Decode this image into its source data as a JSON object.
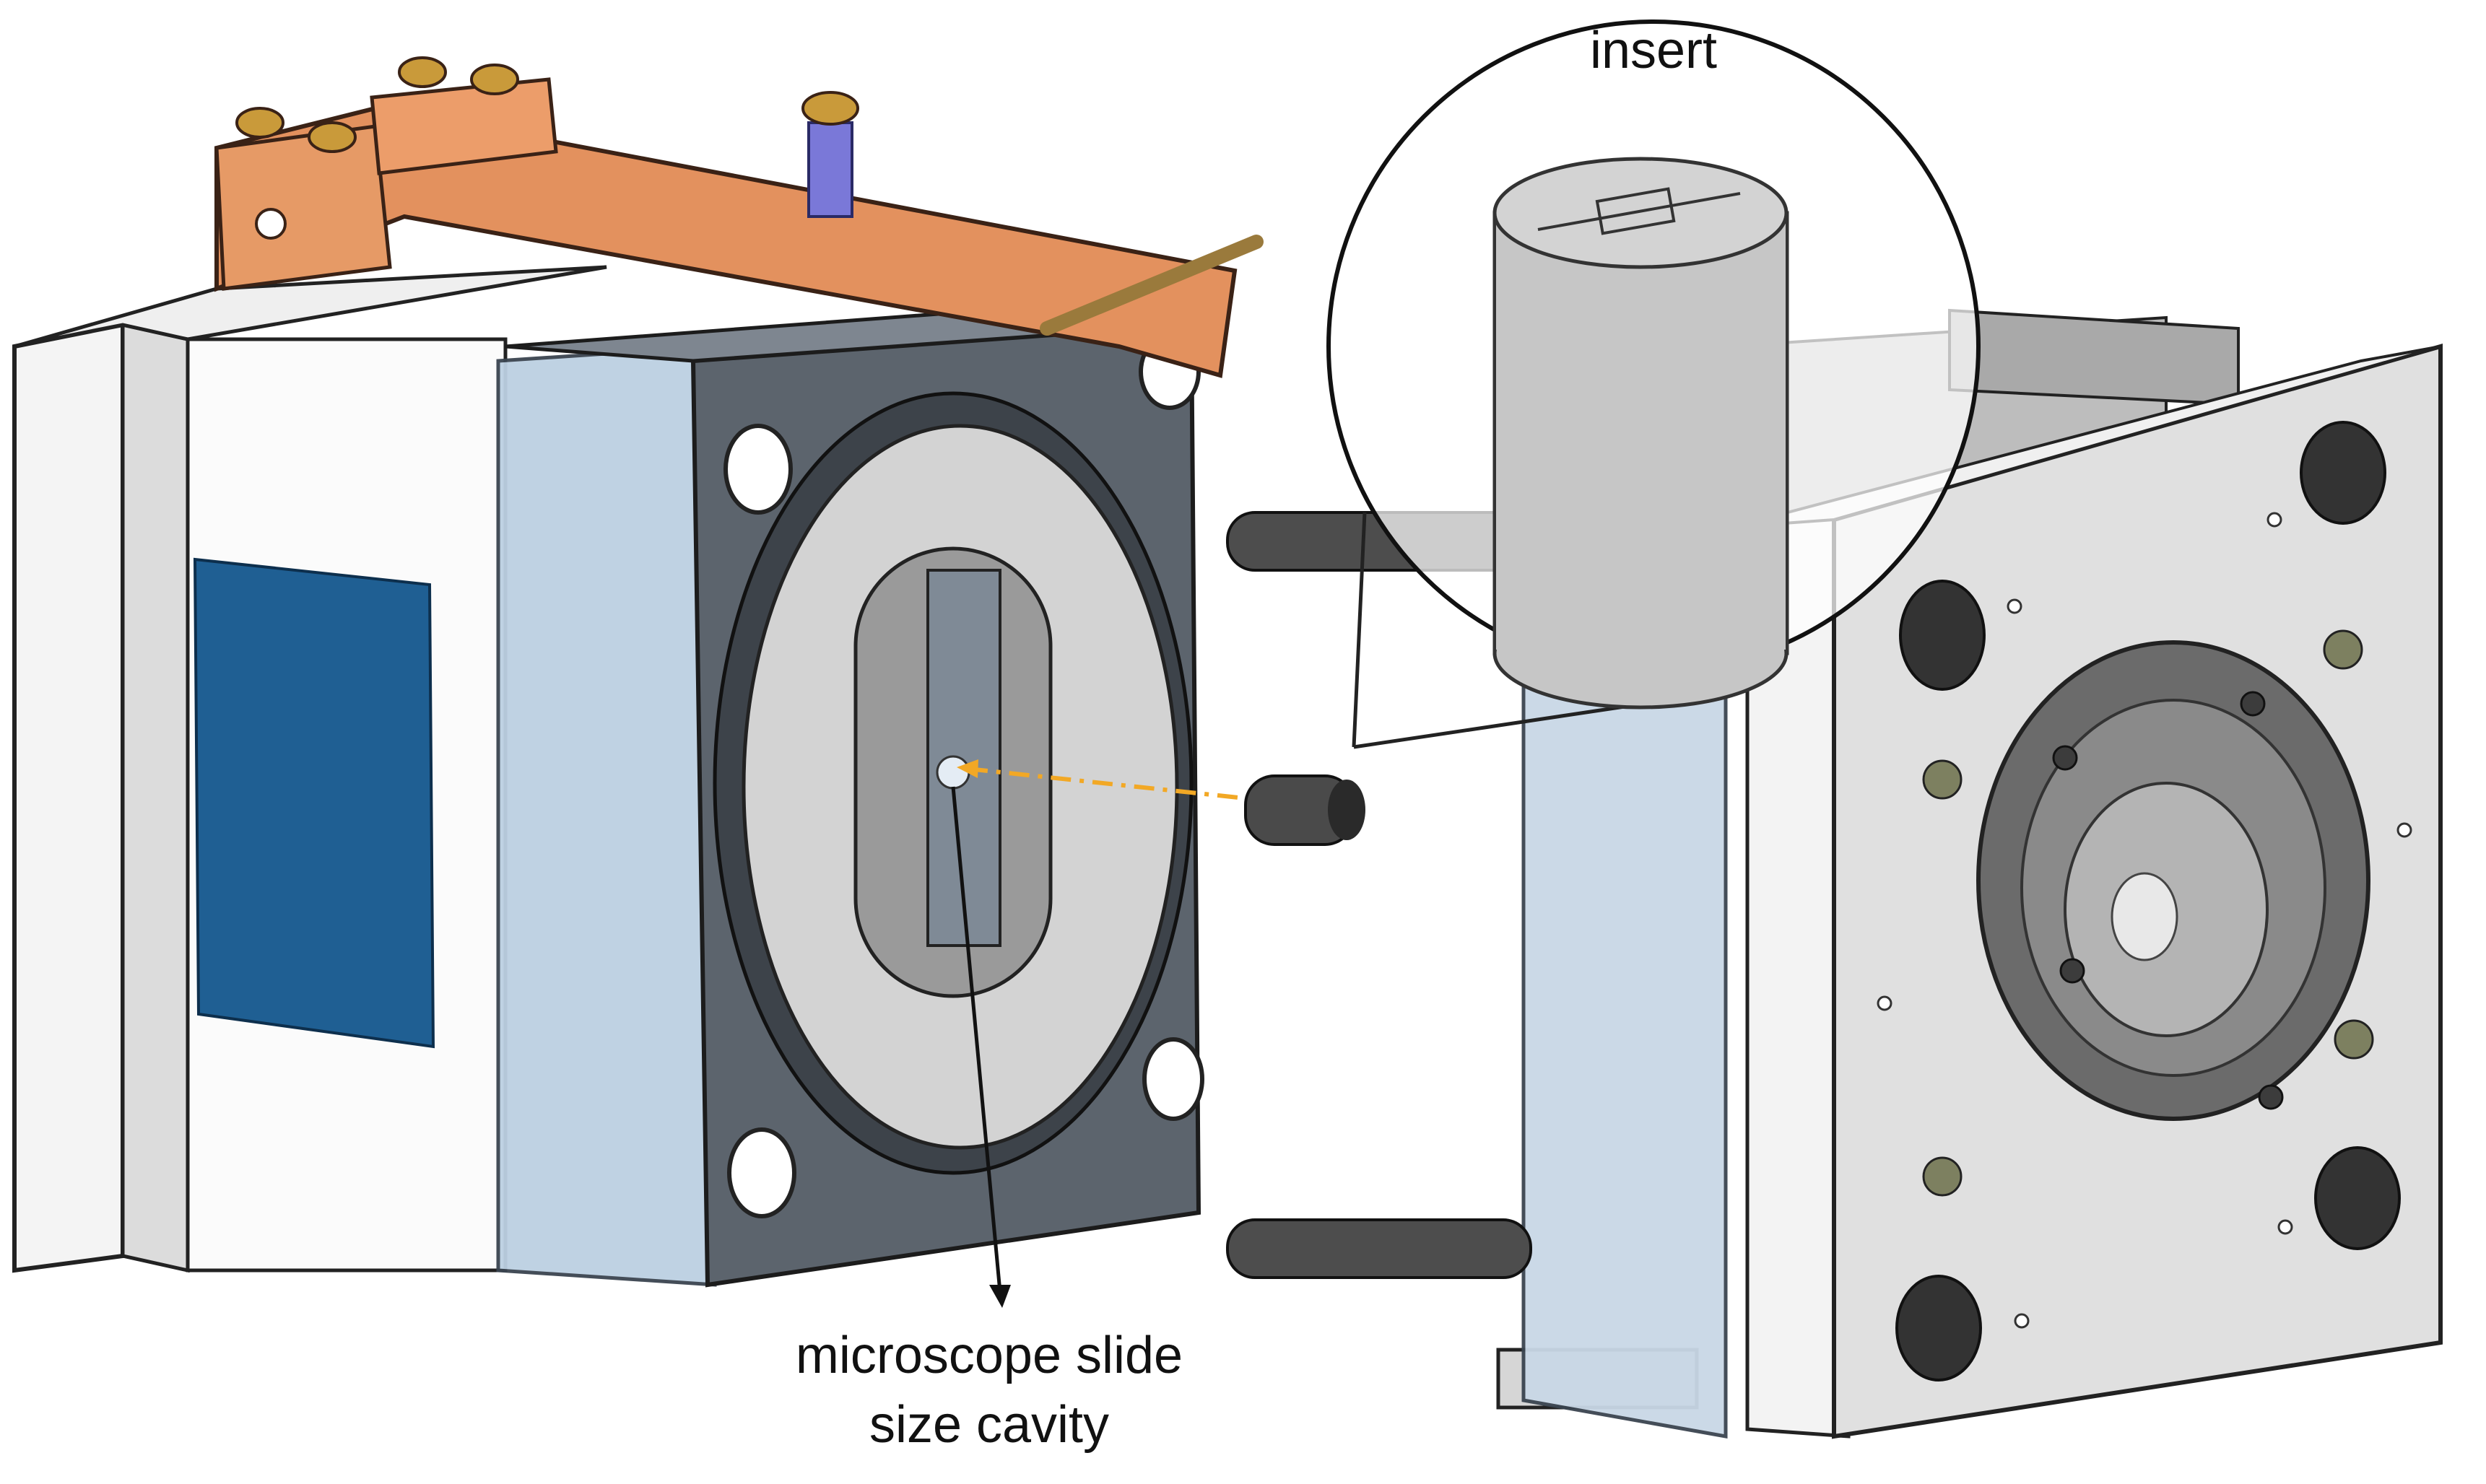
{
  "annotations": {
    "insert_label": "insert",
    "cavity_label_line1": "microscope slide",
    "cavity_label_line2": "size cavity"
  },
  "colors": {
    "mold_plate_gray": "#d8d8d8",
    "transparent_blue": "#b9cde0",
    "dark_frame": "#5a626c",
    "copper_clamp": "#e08c5a",
    "nameplate_blue": "#1f5f93",
    "spring_purple": "#7a78d8",
    "alignment_arrow": "#f2a825",
    "insert_cylinder": "#c9c9c9"
  },
  "icons": [
    "exploded-view-arrow",
    "callout-circle",
    "spring-icon"
  ]
}
